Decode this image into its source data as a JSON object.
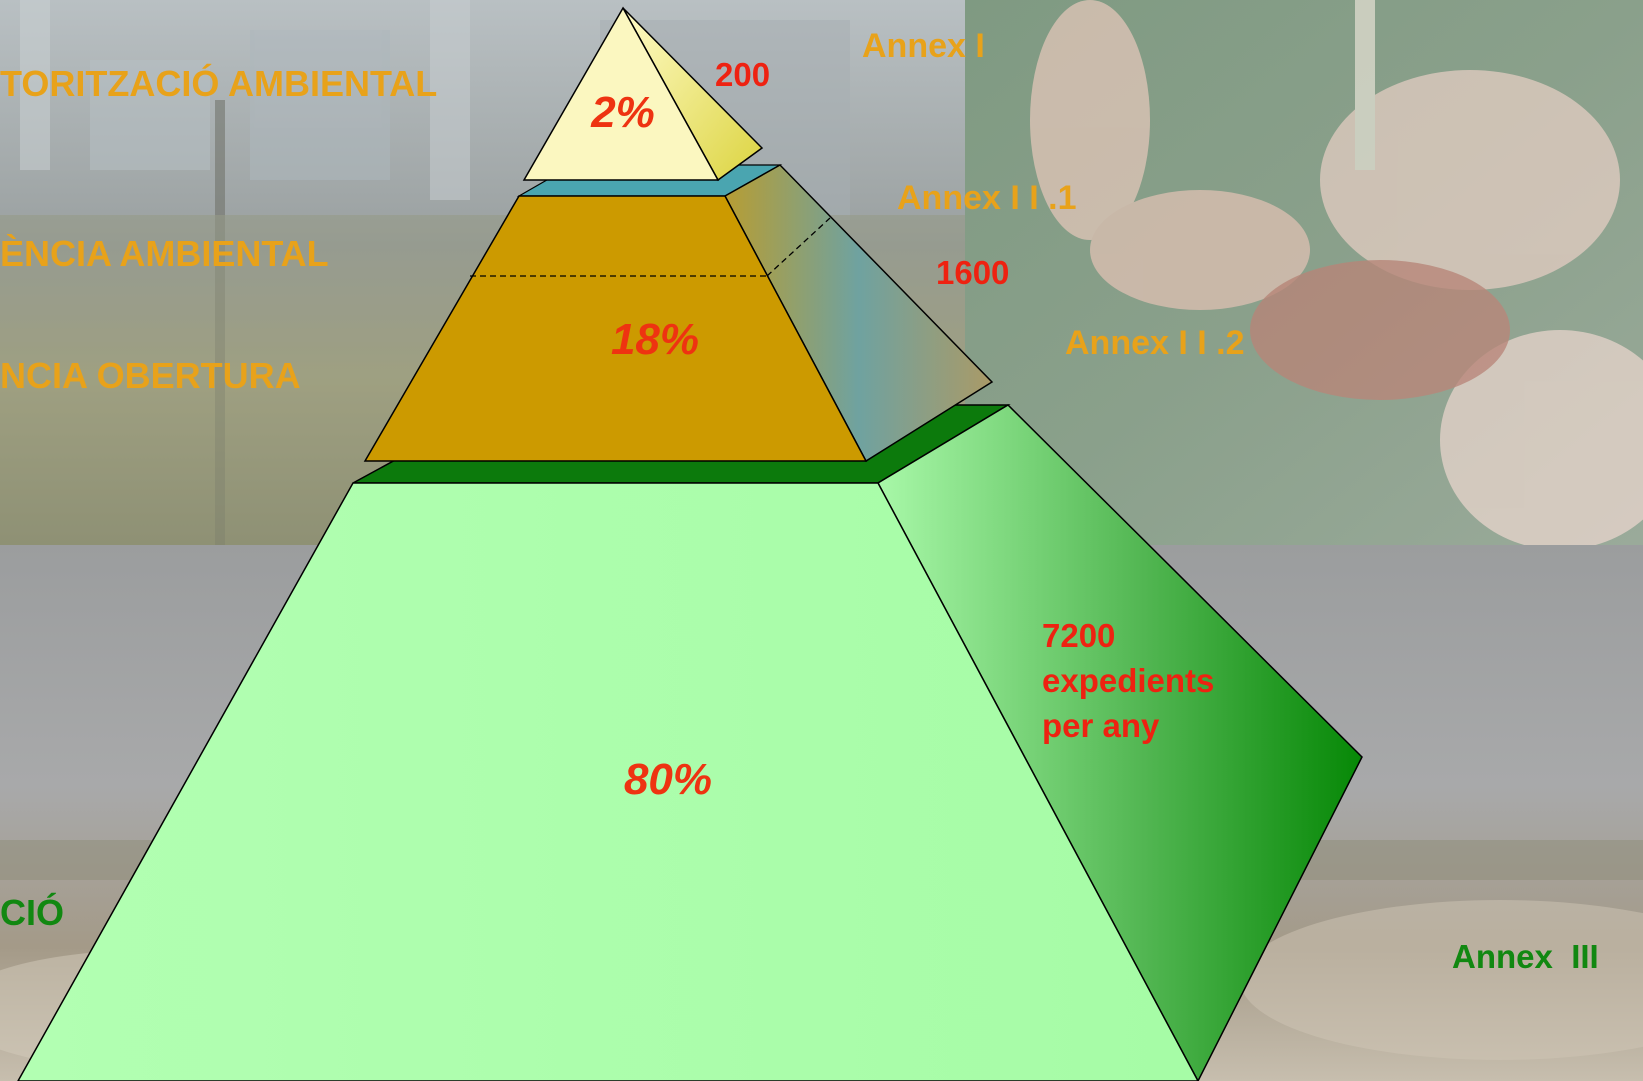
{
  "colors": {
    "label_orange": "#e8a21a",
    "label_green": "#118811",
    "value_red": "#ee2211",
    "tier1_front": "#fbf7c0",
    "tier1_side": "#e8e070",
    "tier2_front": "#cc9a00",
    "tier2_top": "#4aa5b0",
    "tier3_front": "#b0ffb0",
    "tier3_top": "#0c7a0c",
    "tier3_side_dark": "#068806"
  },
  "background": {
    "top_left": "industrial-plant-photo",
    "top_right": "pigs-feeding-photo",
    "bottom": "landfill-landscape-photo"
  },
  "left_labels": {
    "level1": "TORITZACIÓ AMBIENTAL",
    "level2": "ÈNCIA AMBIENTAL",
    "level3": "NCIA OBERTURA",
    "level4": "CIÓ"
  },
  "annex_labels": {
    "annex_1": "Annex I",
    "annex_2_1": "Annex I I .1",
    "annex_2_2": "Annex I I .2",
    "annex_3": "Annex  III"
  },
  "pyramid": {
    "tiers": [
      {
        "percent": "2%",
        "count": "200"
      },
      {
        "percent": "18%",
        "count": "1600"
      },
      {
        "percent": "80%",
        "count_lines": [
          "7200",
          "expedients",
          "per any"
        ]
      }
    ]
  }
}
